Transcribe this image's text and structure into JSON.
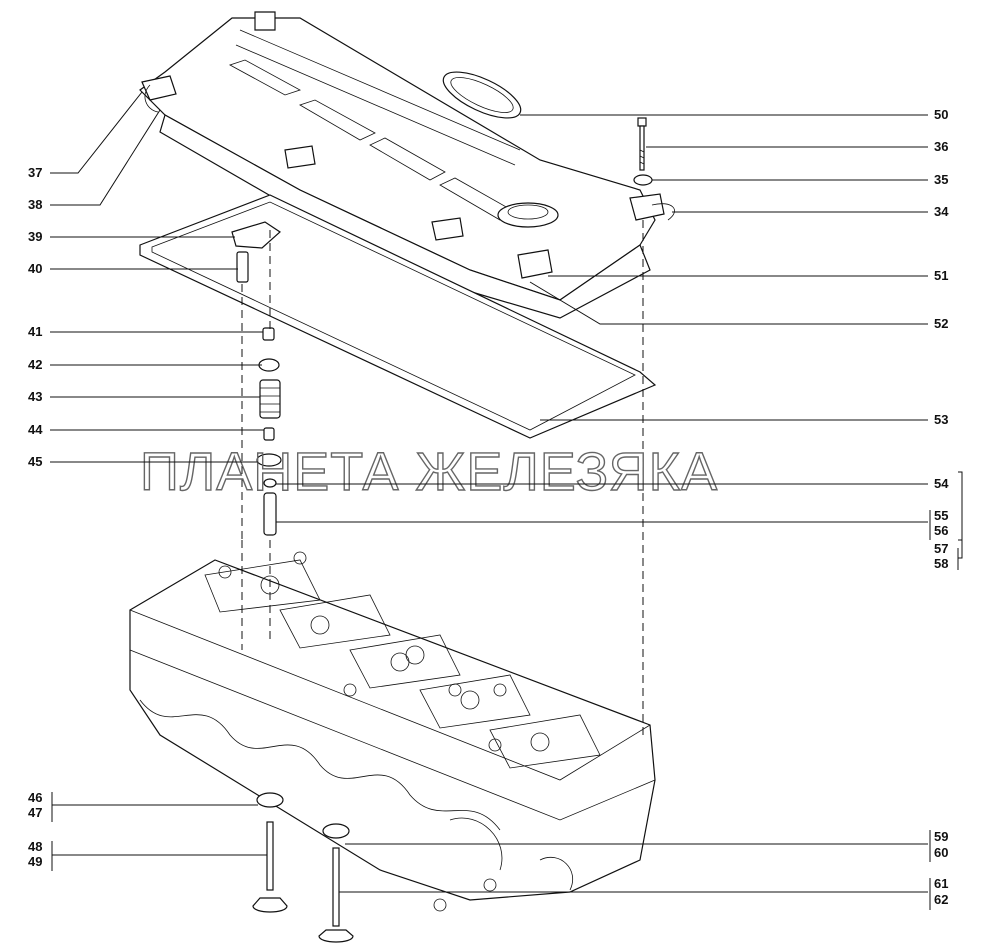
{
  "watermark": "ПЛАНЕТА ЖЕЛЕЗЯКА",
  "callouts_left": [
    "37",
    "38",
    "39",
    "40",
    "41",
    "42",
    "43",
    "44",
    "45"
  ],
  "callouts_left_pairs": [
    [
      "46",
      "47"
    ],
    [
      "48",
      "49"
    ]
  ],
  "callouts_right": [
    "50",
    "36",
    "35",
    "34",
    "51",
    "52",
    "53",
    "54"
  ],
  "callouts_right_pairs": [
    [
      "55",
      "56"
    ],
    [
      "59",
      "60"
    ],
    [
      "61",
      "62"
    ]
  ],
  "callouts_right_extra": [
    "57",
    "58"
  ]
}
